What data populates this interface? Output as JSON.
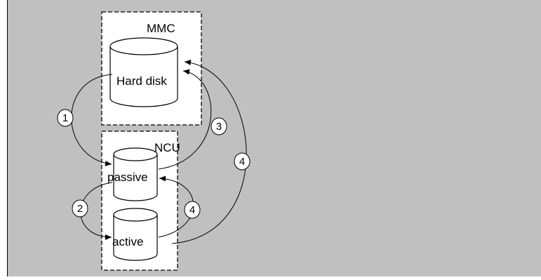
{
  "diagram": {
    "colors": {
      "background": "#c0c0c0",
      "box_fill": "#ffffff",
      "stroke": "#000000"
    },
    "boxes": {
      "mmc": {
        "label": "MMC"
      },
      "ncu": {
        "label": "NCU"
      }
    },
    "storage": {
      "hard_disk": {
        "label": "Hard disk"
      },
      "passive": {
        "label": "passive"
      },
      "active": {
        "label": "active"
      }
    },
    "steps": {
      "step1": "1",
      "step2": "2",
      "step3": "3",
      "step4_left": "4",
      "step4_right": "4"
    }
  }
}
